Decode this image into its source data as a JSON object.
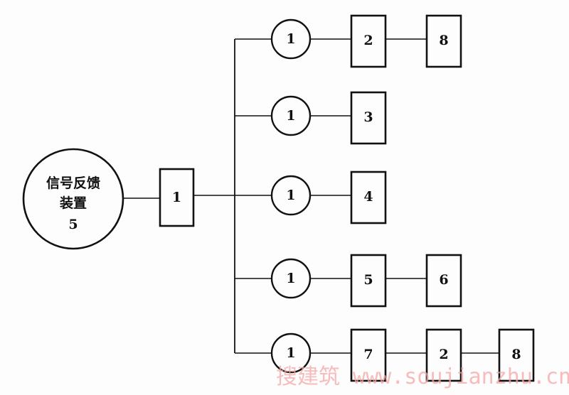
{
  "diagram": {
    "type": "block-diagram",
    "root": {
      "label_lines": [
        "信号反馈",
        "装置",
        "5"
      ],
      "shape": "circle"
    },
    "hub": {
      "label": "1",
      "shape": "box"
    },
    "branches": [
      {
        "nodes": [
          {
            "label": "1",
            "shape": "circle"
          },
          {
            "label": "2",
            "shape": "box"
          },
          {
            "label": "8",
            "shape": "box"
          }
        ]
      },
      {
        "nodes": [
          {
            "label": "1",
            "shape": "circle"
          },
          {
            "label": "3",
            "shape": "box"
          }
        ]
      },
      {
        "nodes": [
          {
            "label": "1",
            "shape": "circle"
          },
          {
            "label": "4",
            "shape": "box"
          }
        ]
      },
      {
        "nodes": [
          {
            "label": "1",
            "shape": "circle"
          },
          {
            "label": "5",
            "shape": "box"
          },
          {
            "label": "6",
            "shape": "box"
          }
        ]
      },
      {
        "nodes": [
          {
            "label": "1",
            "shape": "circle"
          },
          {
            "label": "7",
            "shape": "box"
          },
          {
            "label": "2",
            "shape": "box"
          },
          {
            "label": "8",
            "shape": "box"
          }
        ]
      }
    ]
  },
  "watermark": "搜建筑 www.soujianzhu.cn",
  "colors": {
    "line": "#111111",
    "watermark": "#f4a7a7"
  }
}
